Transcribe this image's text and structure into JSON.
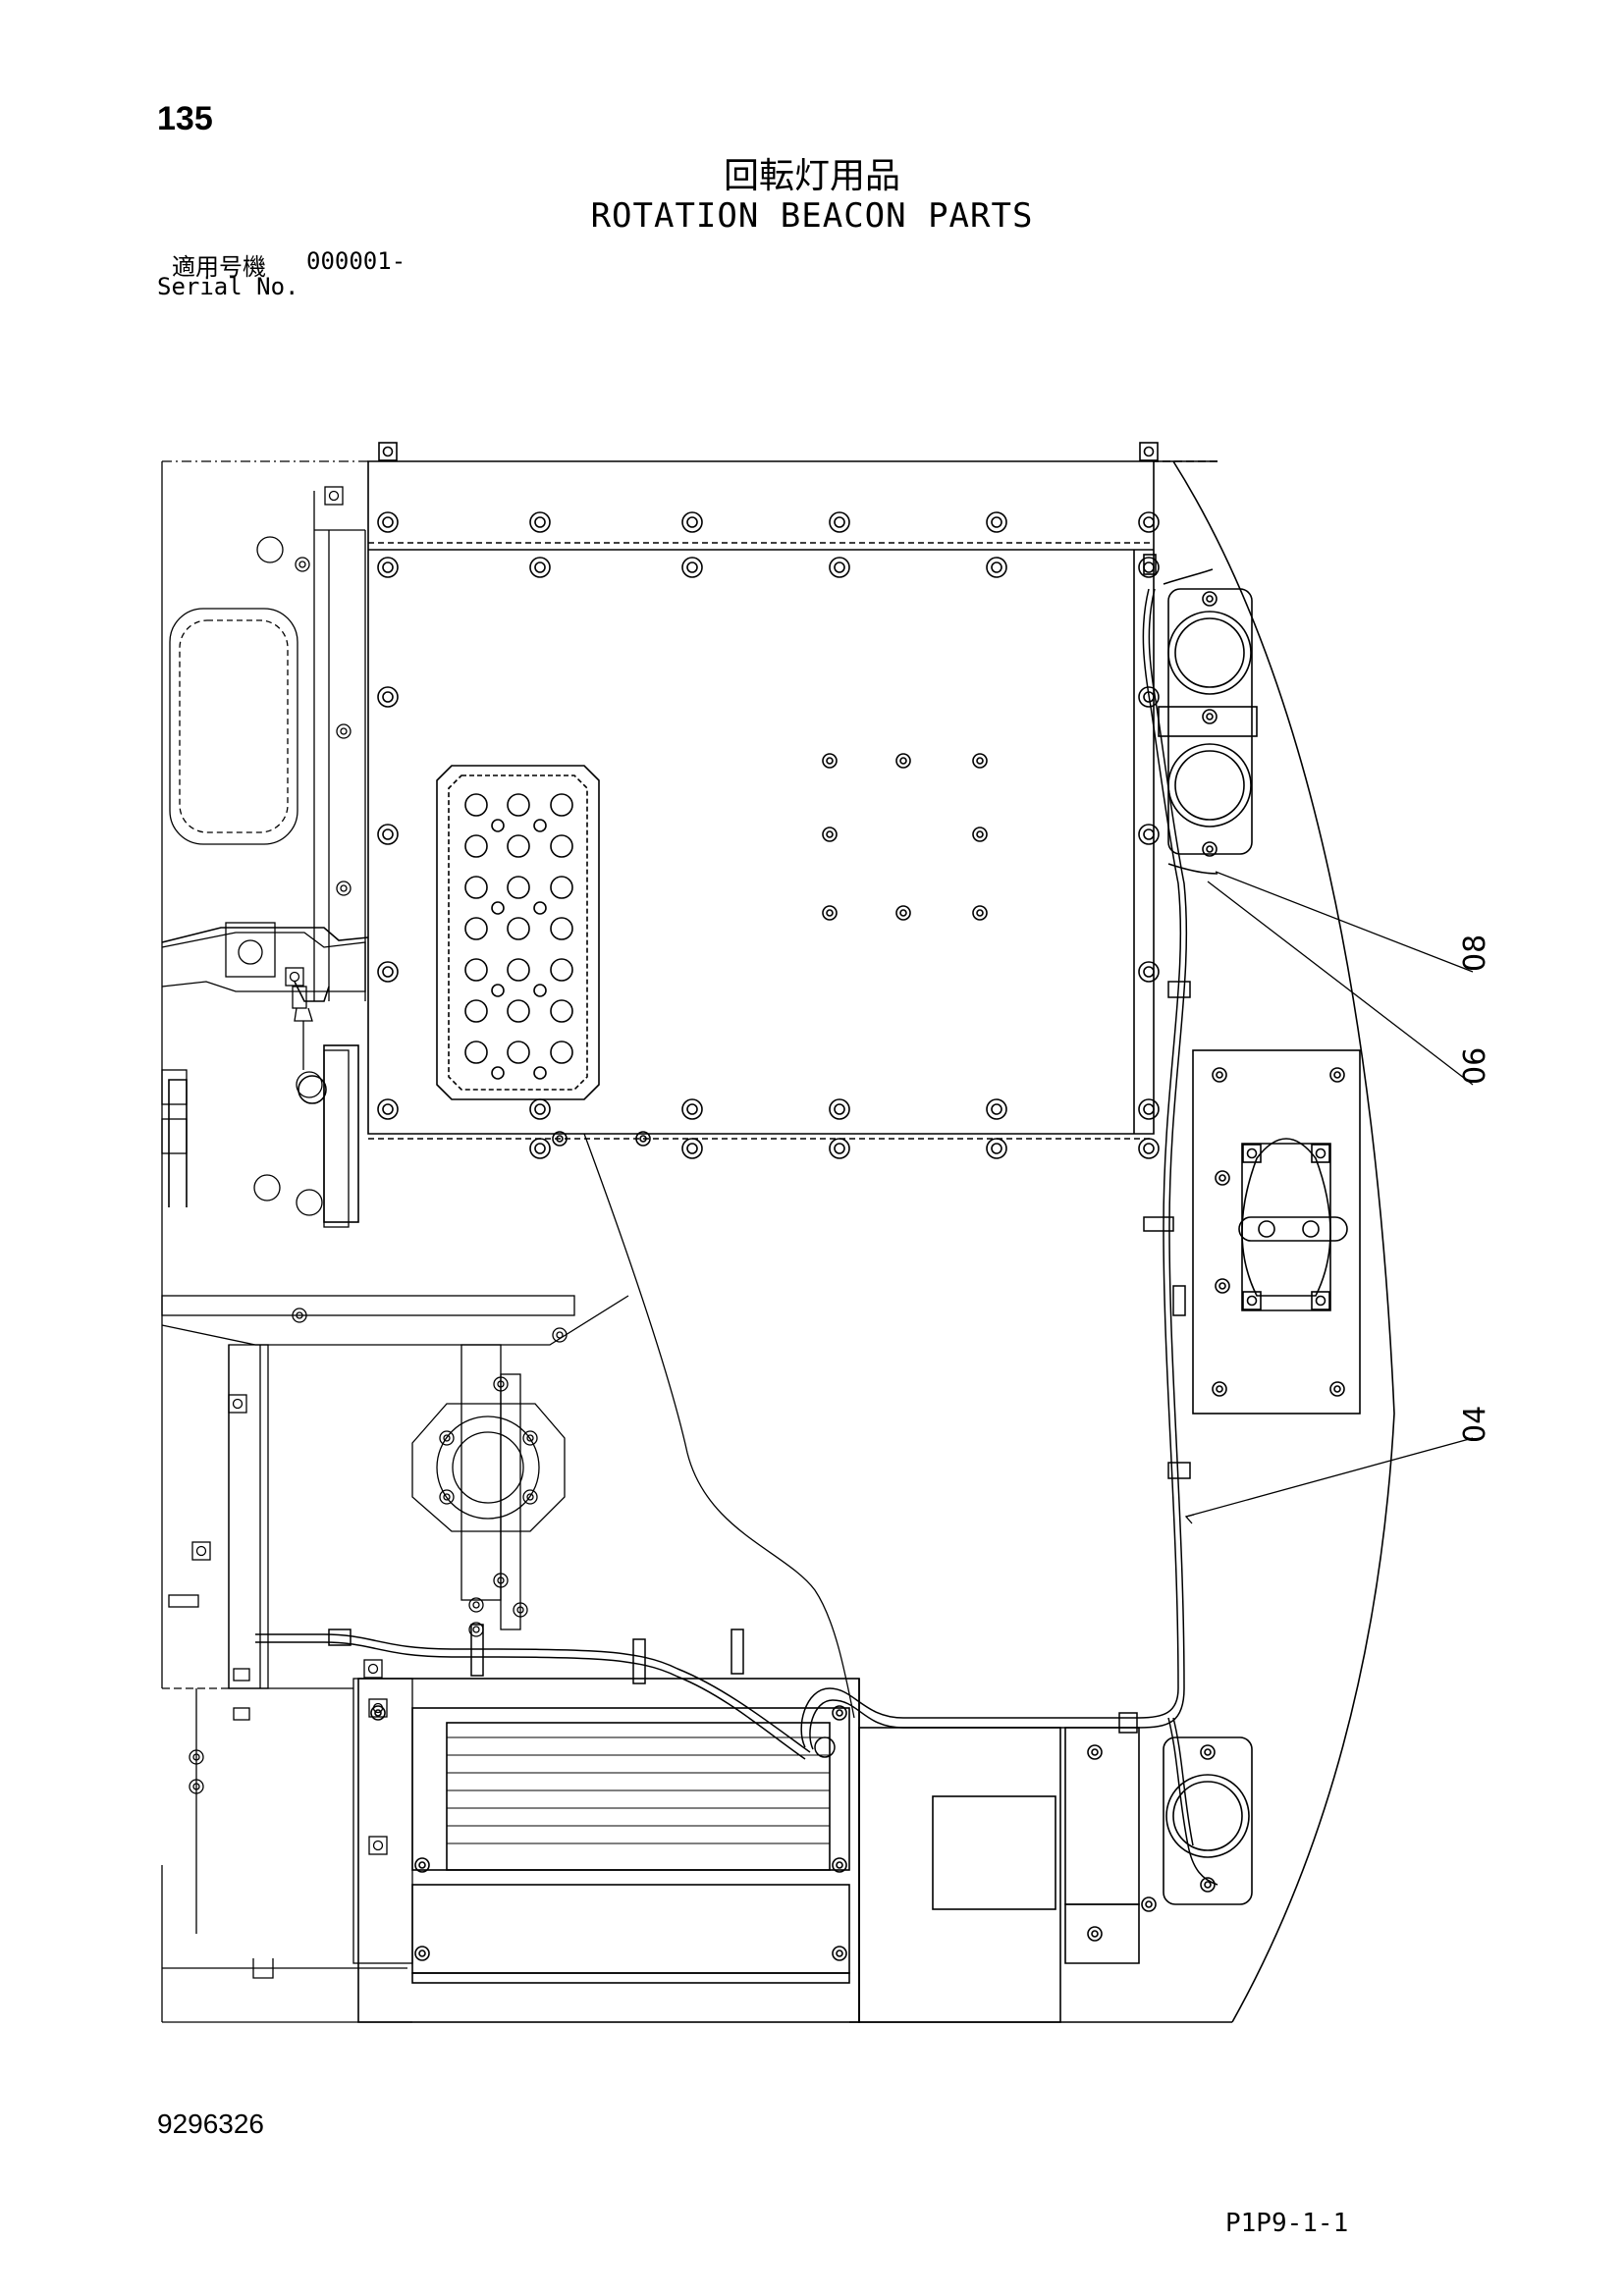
{
  "header": {
    "page_number": "135",
    "title_jp": "回転灯用品",
    "title_en": "ROTATION BEACON PARTS",
    "serial_label_jp": "適用号機",
    "serial_value": "000001-",
    "serial_label_en": "Serial No."
  },
  "callouts": [
    {
      "id": "08",
      "label": "08"
    },
    {
      "id": "06",
      "label": "06"
    },
    {
      "id": "04",
      "label": "04"
    }
  ],
  "footer": {
    "document_number": "9296326",
    "sheet_code": "P1P9-1-1"
  }
}
